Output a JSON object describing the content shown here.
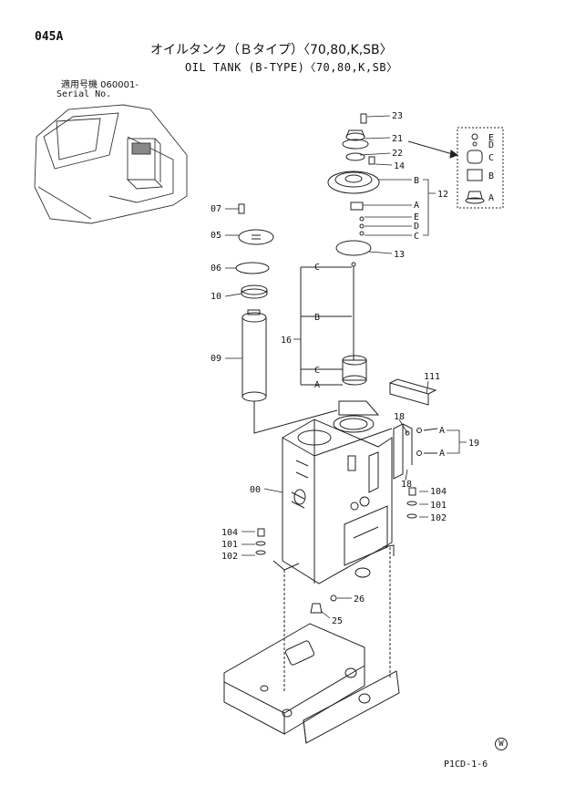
{
  "header": {
    "page_code": "045A",
    "title_jp": "オイルタンク（Ｂタイプ）〈70,80,K,SB〉",
    "title_en": "OIL TANK (B-TYPE)〈70,80,K,SB〉",
    "serial_label_jp": "適用号機  060001-",
    "serial_label_en": "Serial No."
  },
  "footer": {
    "page_ref": "P1CD-1-6",
    "mark": "W"
  },
  "callouts": {
    "c23": "23",
    "c21": "21",
    "c22": "22",
    "c14": "14",
    "c12": "12",
    "c13": "13",
    "c07": "07",
    "c05": "05",
    "c06": "06",
    "c10": "10",
    "c09": "09",
    "c16": "16",
    "c111": "111",
    "c18a": "18",
    "c19": "19",
    "c18b": "18",
    "c00": "00",
    "c104a": "104",
    "c101a": "101",
    "c102a": "102",
    "c104b": "104",
    "c101b": "101",
    "c102b": "102",
    "c26": "26",
    "c25": "25",
    "kitB": "B",
    "kitA1": "A",
    "kitE": "E",
    "kitD": "D",
    "kitC": "C",
    "sideE": "E",
    "sideD": "D",
    "sideC": "C",
    "sideB": "B",
    "sideA": "A",
    "rodC1": "C",
    "rodB": "B",
    "rodC2": "C",
    "rodA": "A",
    "brkA1": "A",
    "brkA2": "A"
  }
}
